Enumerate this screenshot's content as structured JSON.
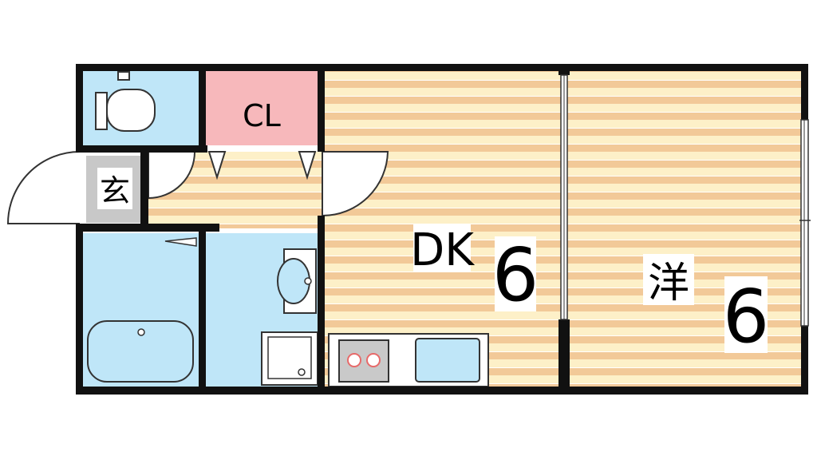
{
  "rooms": {
    "closet": {
      "label": "CL",
      "color": "#f7b8bb"
    },
    "entrance": {
      "label": "玄",
      "color": "#c8c8c8"
    },
    "dining_kitchen": {
      "label": "DK",
      "size": "6"
    },
    "western_room": {
      "label": "洋",
      "size": "6"
    }
  },
  "colors": {
    "wall": "#111111",
    "wet_area": "#bfe6f8",
    "floor_stripe_light": "#fdf0c8",
    "floor_stripe_dark": "#f2c998",
    "stove_plate": "#c9c9c9",
    "burner": "#e76a6a"
  }
}
